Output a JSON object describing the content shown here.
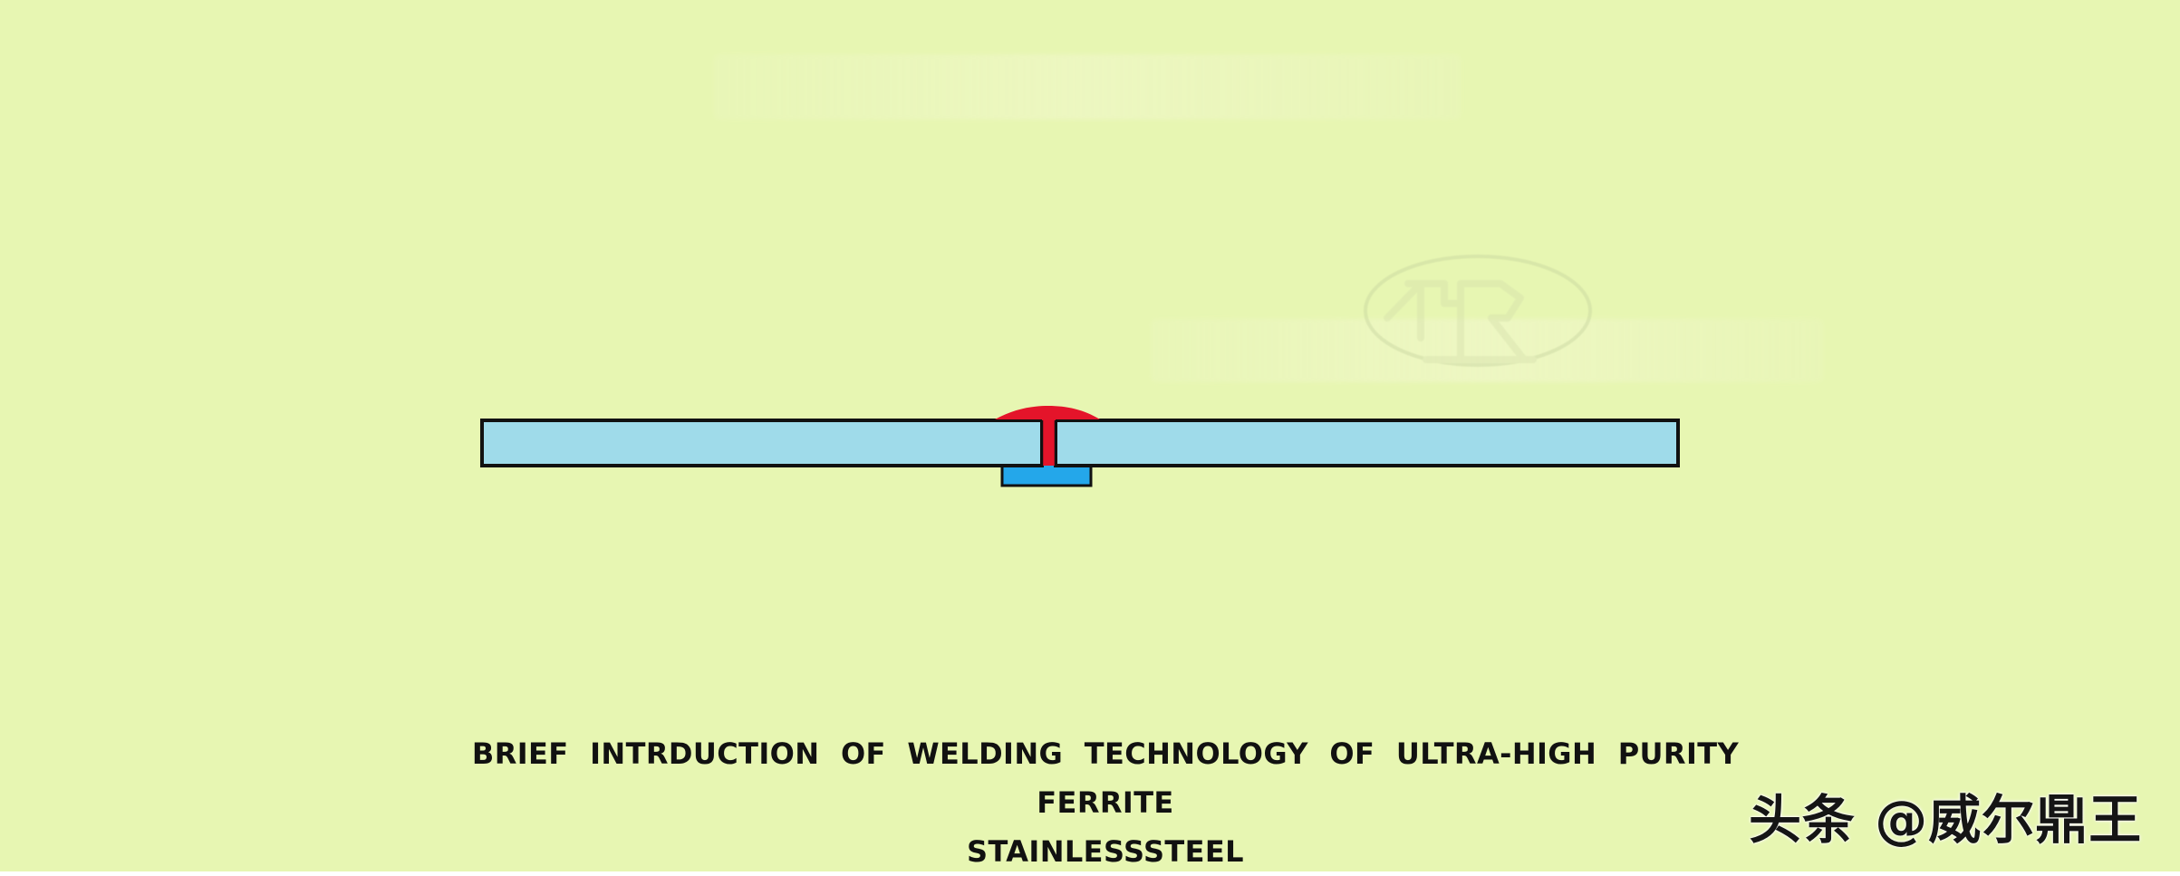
{
  "caption": {
    "line1": "BRIEF INTRDUCTION OF WELDING TECHNOLOGY OF ULTRA-HIGH PURITY FERRITE",
    "line2": "STAINLESSSTEEL"
  },
  "platform_mark": {
    "text": "头条 @威尔鼎王"
  },
  "colors": {
    "background": "#e7f6b2",
    "plate_fill": "#9fdbea",
    "backing_fill": "#24a7ea",
    "weld_fill": "#e4142a",
    "outline": "#111111"
  }
}
